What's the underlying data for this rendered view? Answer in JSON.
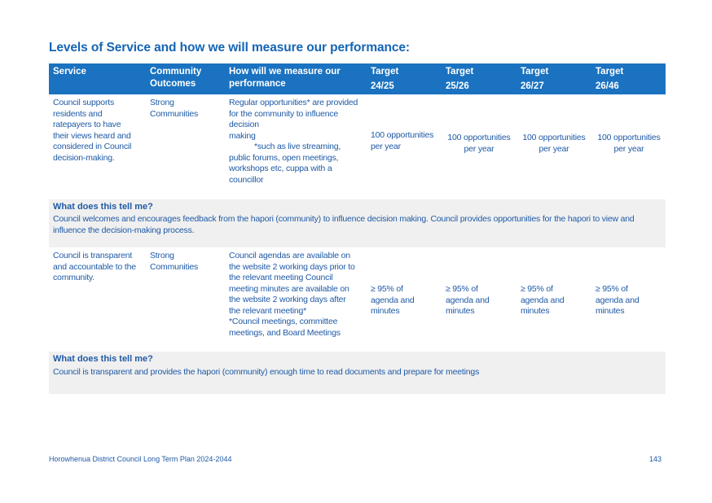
{
  "title": "Levels of Service and how we will measure our performance:",
  "headers": {
    "service": "Service",
    "outcomes_1": "Community",
    "outcomes_2": "Outcomes",
    "measure_1": "How will we measure our",
    "measure_2": "performance",
    "t1_1": "Target",
    "t1_2": "24/25",
    "t2_1": "Target",
    "t2_2": "25/26",
    "t3_1": "Target",
    "t3_2": "26/27",
    "t4_1": "Target",
    "t4_2": "26/46"
  },
  "row1": {
    "service": [
      "Council supports",
      "residents and",
      "ratepayers to have",
      "their views heard and",
      "considered in Council",
      "decision-making."
    ],
    "outcome": [
      "Strong",
      "Communities"
    ],
    "measure": [
      "Regular opportunities* are provided",
      "for the community to influence",
      "decision",
      "making",
      "*such as live streaming,",
      "public forums, open meetings,",
      "workshops etc, cuppa with a",
      "councillor"
    ],
    "t1": [
      "100 opportunities",
      "per year"
    ],
    "t2": [
      "100 opportunities",
      "per year"
    ],
    "t3": [
      "100 opportunities",
      "per year"
    ],
    "t4": [
      "100 opportunities",
      "per year"
    ]
  },
  "band1": {
    "heading": "What does this tell me?",
    "text": "Council welcomes and encourages feedback from the hapori (community) to influence decision making. Council provides opportunities for the hapori  to view and influence the decision-making process."
  },
  "row2": {
    "service": [
      "Council is transparent",
      "and accountable to the",
      "community."
    ],
    "outcome": [
      "Strong",
      "Communities"
    ],
    "measure": [
      "Council agendas are available on",
      "the website 2 working days prior to",
      "the relevant meeting Council",
      "meeting minutes are available on",
      "the website 2 working days after",
      "the relevant meeting*",
      "*Council meetings, committee",
      "meetings, and Board Meetings"
    ],
    "t1": [
      "≥ 95% of",
      "agenda and",
      "minutes"
    ],
    "t2": [
      "≥ 95% of",
      "agenda and",
      "minutes"
    ],
    "t3": [
      "≥ 95% of",
      "agenda and",
      "minutes"
    ],
    "t4": [
      "≥ 95% of",
      "agenda and",
      "minutes"
    ]
  },
  "band2": {
    "heading": "What does this tell me?",
    "text": "Council is transparent and provides the hapori (community) enough time to read documents and prepare for meetings"
  },
  "footer": {
    "left": "Horowhenua District Council Long Term Plan 2024-2044",
    "page": "143"
  }
}
